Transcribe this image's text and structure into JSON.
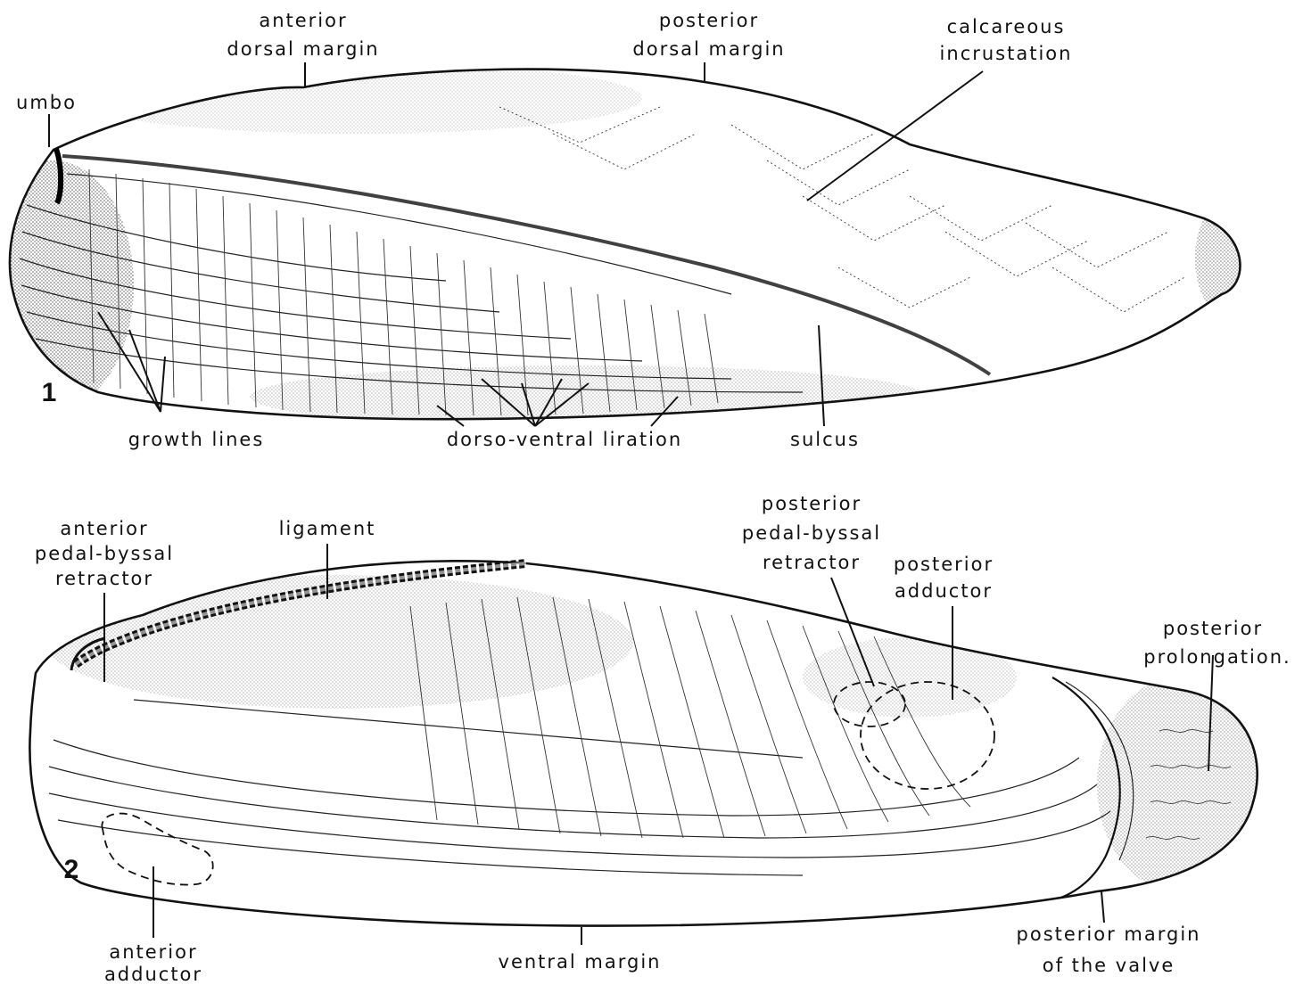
{
  "figures": [
    {
      "number": "1",
      "labels": {
        "anterior_dorsal_margin": [
          "anterior",
          "dorsal margin"
        ],
        "posterior_dorsal_margin": [
          "posterior",
          "dorsal margin"
        ],
        "calcareous_incrustation": [
          "calcareous",
          "incrustation"
        ],
        "umbo": [
          "umbo"
        ],
        "growth_lines": [
          "growth lines"
        ],
        "dorso_ventral_liration": [
          "dorso-ventral liration"
        ],
        "sulcus": [
          "sulcus"
        ]
      }
    },
    {
      "number": "2",
      "labels": {
        "anterior_pedal_byssal_retractor": [
          "anterior",
          "pedal-byssal",
          "retractor"
        ],
        "ligament": [
          "ligament"
        ],
        "posterior_pedal_byssal_retractor": [
          "posterior",
          "pedal-byssal",
          "retractor"
        ],
        "posterior_adductor": [
          "posterior",
          "adductor"
        ],
        "posterior_prolongation": [
          "posterior",
          "prolongation."
        ],
        "anterior_adductor": [
          "anterior",
          "adductor"
        ],
        "ventral_margin": [
          "ventral margin"
        ],
        "posterior_margin_of_valve": [
          "posterior margin",
          "of the valve"
        ]
      }
    }
  ]
}
